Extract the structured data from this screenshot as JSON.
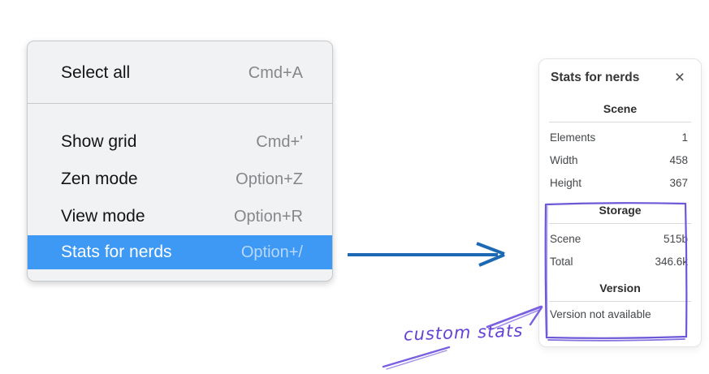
{
  "colors": {
    "accent": "#3d99f4",
    "arrow_blue": "#1d69b4",
    "purple": "#6442d3",
    "purple_stroke": "#6f58d8"
  },
  "context_menu": {
    "items": [
      {
        "label": "Select all",
        "shortcut": "Cmd+A",
        "highlighted": false
      },
      {
        "label": "Show grid",
        "shortcut": "Cmd+'",
        "highlighted": false
      },
      {
        "label": "Zen mode",
        "shortcut": "Option+Z",
        "highlighted": false
      },
      {
        "label": "View mode",
        "shortcut": "Option+R",
        "highlighted": false
      },
      {
        "label": "Stats for nerds",
        "shortcut": "Option+/",
        "highlighted": true
      }
    ]
  },
  "stats_panel": {
    "title": "Stats for nerds",
    "close_glyph": "×",
    "scene": {
      "header": "Scene",
      "rows": [
        {
          "label": "Elements",
          "value": "1"
        },
        {
          "label": "Width",
          "value": "458"
        },
        {
          "label": "Height",
          "value": "367"
        }
      ]
    },
    "storage": {
      "header": "Storage",
      "rows": [
        {
          "label": "Scene",
          "value": "515b"
        },
        {
          "label": "Total",
          "value": "346.6k"
        }
      ]
    },
    "version": {
      "header": "Version",
      "note": "Version not available"
    }
  },
  "annotation": {
    "label": "custom stats"
  }
}
